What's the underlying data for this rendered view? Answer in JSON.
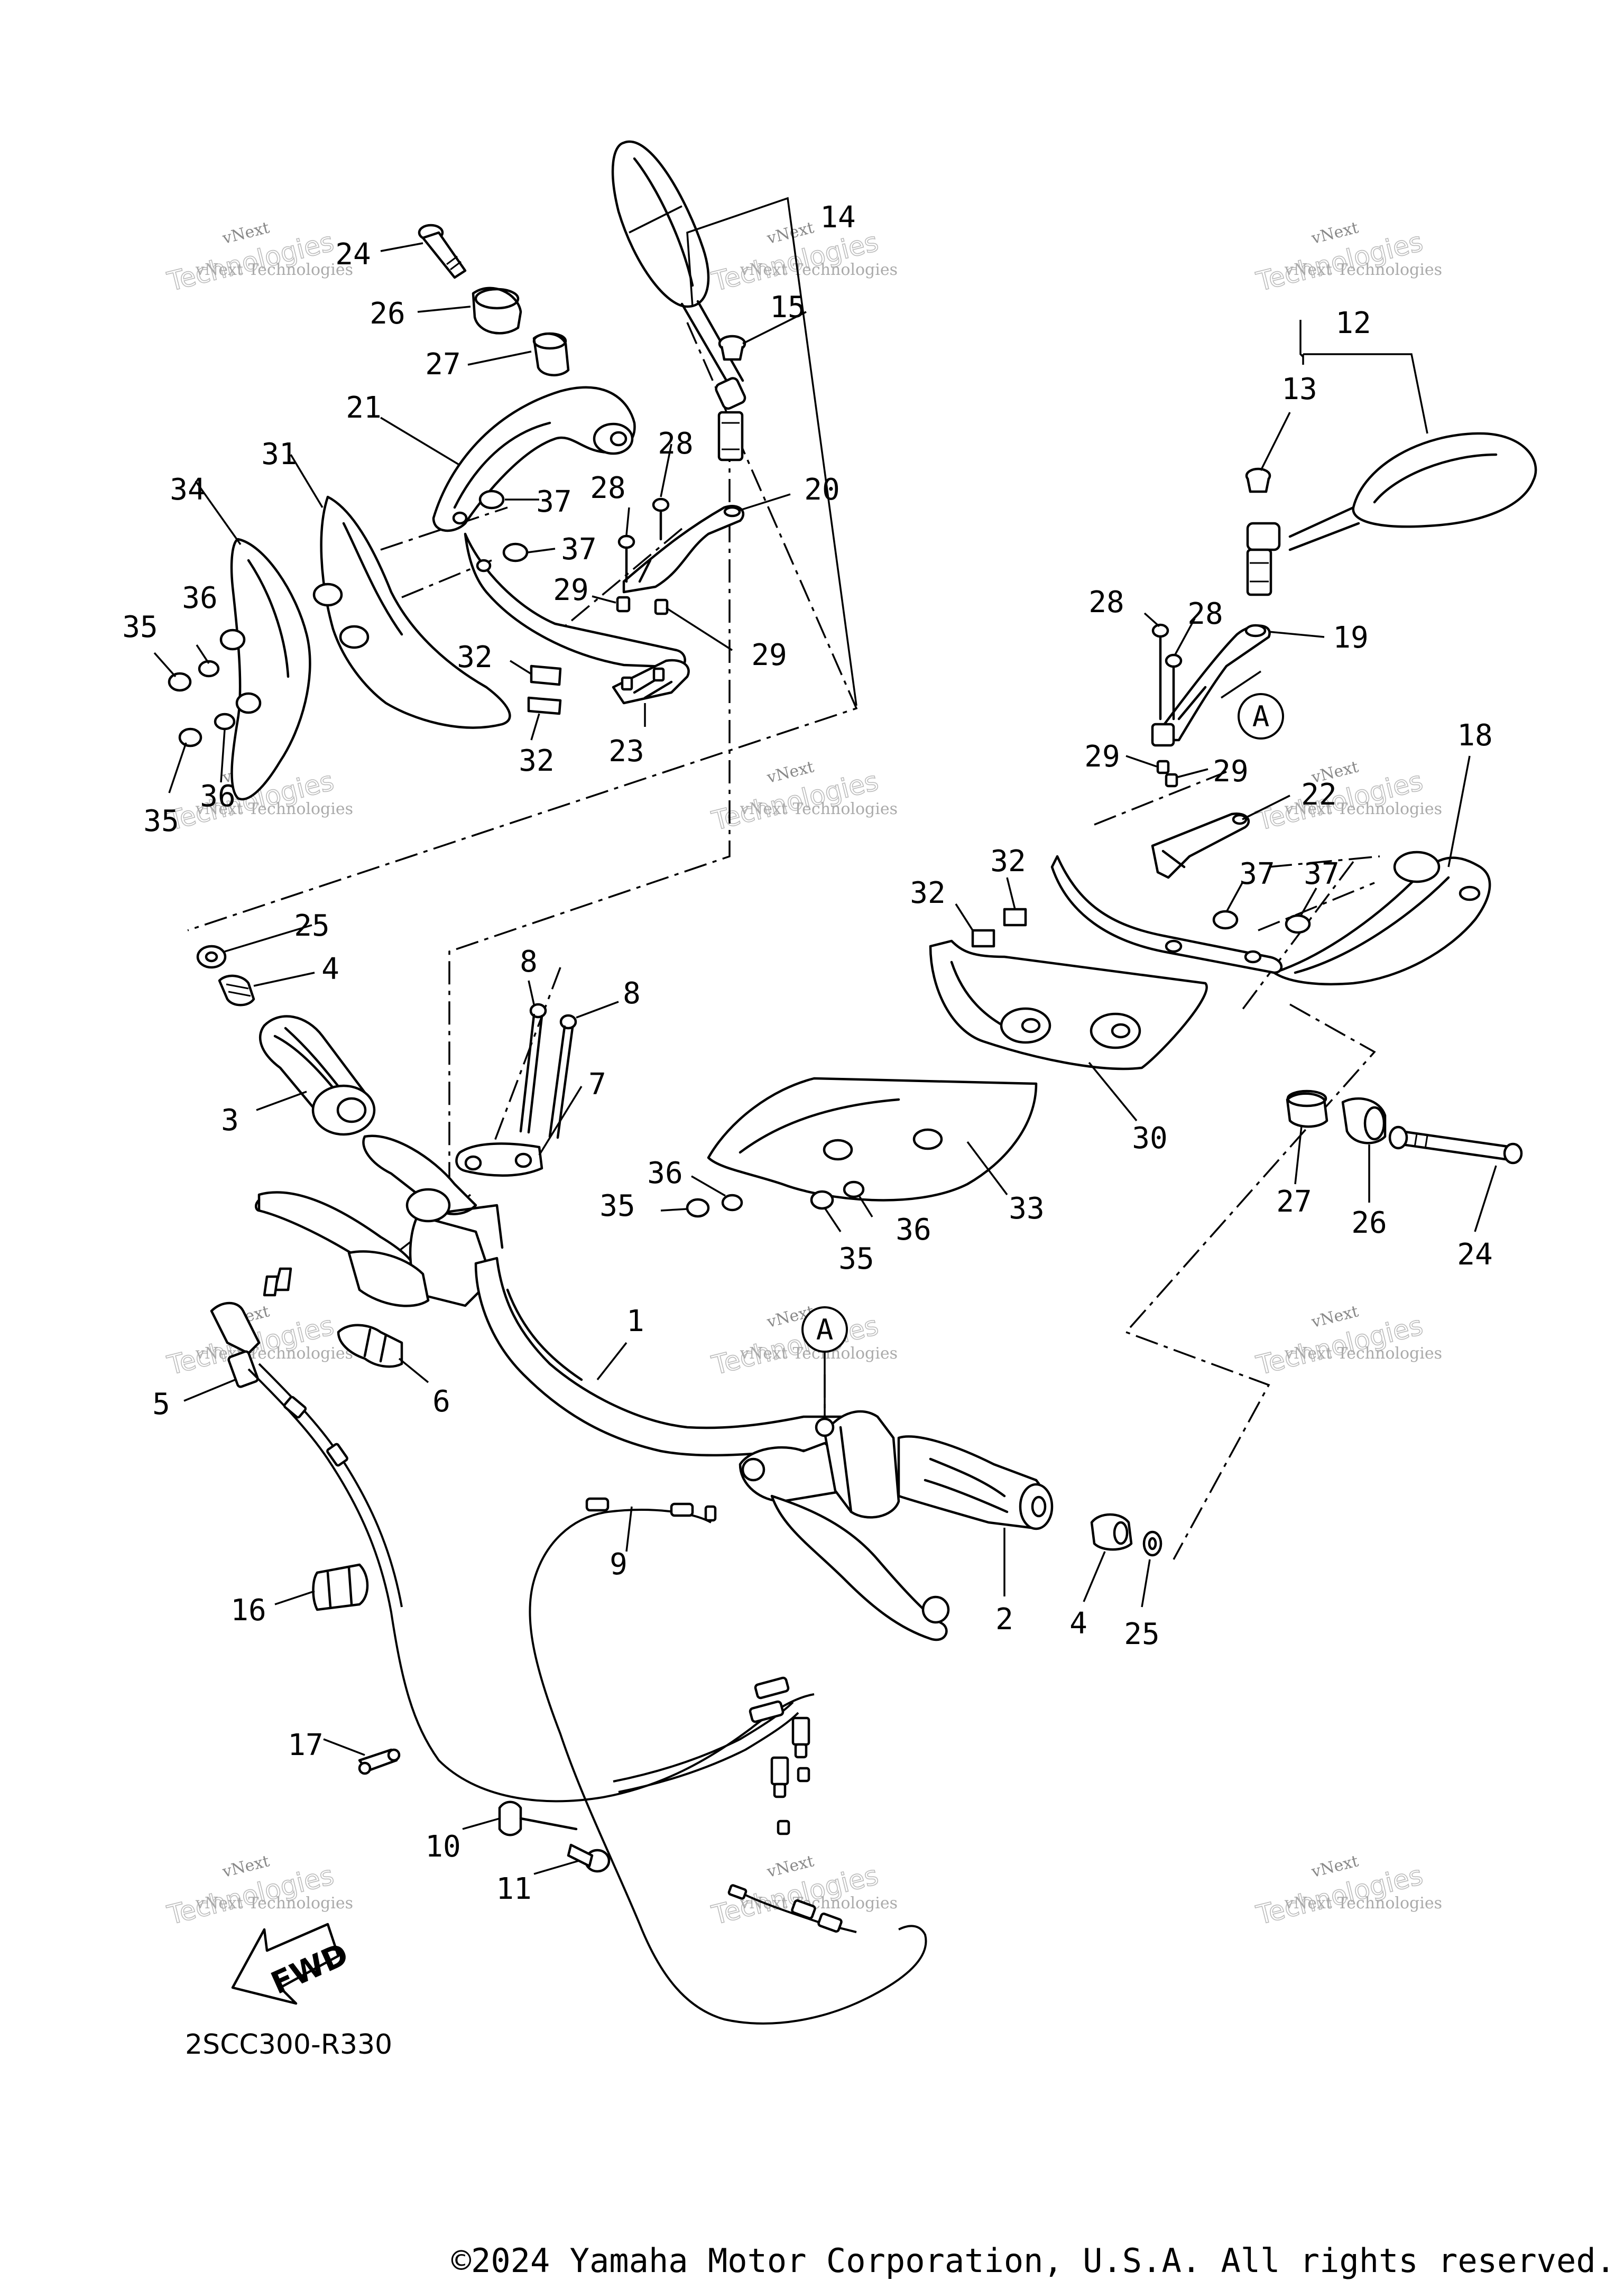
{
  "callouts": [
    {
      "id": "c1",
      "text": "1"
    },
    {
      "id": "c2",
      "text": "2"
    },
    {
      "id": "c3",
      "text": "3"
    },
    {
      "id": "c4a",
      "text": "4"
    },
    {
      "id": "c4b",
      "text": "4"
    },
    {
      "id": "c5",
      "text": "5"
    },
    {
      "id": "c6",
      "text": "6"
    },
    {
      "id": "c7",
      "text": "7"
    },
    {
      "id": "c8a",
      "text": "8"
    },
    {
      "id": "c8b",
      "text": "8"
    },
    {
      "id": "c9",
      "text": "9"
    },
    {
      "id": "c10",
      "text": "10"
    },
    {
      "id": "c11",
      "text": "11"
    },
    {
      "id": "c12",
      "text": "12"
    },
    {
      "id": "c13",
      "text": "13"
    },
    {
      "id": "c14",
      "text": "14"
    },
    {
      "id": "c15",
      "text": "15"
    },
    {
      "id": "c16",
      "text": "16"
    },
    {
      "id": "c17",
      "text": "17"
    },
    {
      "id": "c18",
      "text": "18"
    },
    {
      "id": "c19",
      "text": "19"
    },
    {
      "id": "c20",
      "text": "20"
    },
    {
      "id": "c21",
      "text": "21"
    },
    {
      "id": "c22",
      "text": "22"
    },
    {
      "id": "c23",
      "text": "23"
    },
    {
      "id": "c24a",
      "text": "24"
    },
    {
      "id": "c24b",
      "text": "24"
    },
    {
      "id": "c25a",
      "text": "25"
    },
    {
      "id": "c25b",
      "text": "25"
    },
    {
      "id": "c26a",
      "text": "26"
    },
    {
      "id": "c26b",
      "text": "26"
    },
    {
      "id": "c27a",
      "text": "27"
    },
    {
      "id": "c27b",
      "text": "27"
    },
    {
      "id": "c28a",
      "text": "28"
    },
    {
      "id": "c28b",
      "text": "28"
    },
    {
      "id": "c28c",
      "text": "28"
    },
    {
      "id": "c28d",
      "text": "28"
    },
    {
      "id": "c29a",
      "text": "29"
    },
    {
      "id": "c29b",
      "text": "29"
    },
    {
      "id": "c29c",
      "text": "29"
    },
    {
      "id": "c29d",
      "text": "29"
    },
    {
      "id": "c30",
      "text": "30"
    },
    {
      "id": "c31",
      "text": "31"
    },
    {
      "id": "c32a",
      "text": "32"
    },
    {
      "id": "c32b",
      "text": "32"
    },
    {
      "id": "c32c",
      "text": "32"
    },
    {
      "id": "c32d",
      "text": "32"
    },
    {
      "id": "c33",
      "text": "33"
    },
    {
      "id": "c34",
      "text": "34"
    },
    {
      "id": "c35a",
      "text": "35"
    },
    {
      "id": "c35b",
      "text": "35"
    },
    {
      "id": "c35c",
      "text": "35"
    },
    {
      "id": "c35d",
      "text": "35"
    },
    {
      "id": "c36a",
      "text": "36"
    },
    {
      "id": "c36b",
      "text": "36"
    },
    {
      "id": "c36c",
      "text": "36"
    },
    {
      "id": "c36d",
      "text": "36"
    },
    {
      "id": "c37a",
      "text": "37"
    },
    {
      "id": "c37b",
      "text": "37"
    },
    {
      "id": "c37c",
      "text": "37"
    },
    {
      "id": "c37d",
      "text": "37"
    }
  ],
  "reference_marks": {
    "ref_a1": "A",
    "ref_a2": "A"
  },
  "watermark": {
    "line1": "vNext",
    "line2": "Technologies",
    "line3": "vNext Technologies"
  },
  "fwd_label": "FWD",
  "diagram_code": "2SCC300-R330",
  "copyright": "©2024 Yamaha Motor Corporation, U.S.A. All rights reserved."
}
